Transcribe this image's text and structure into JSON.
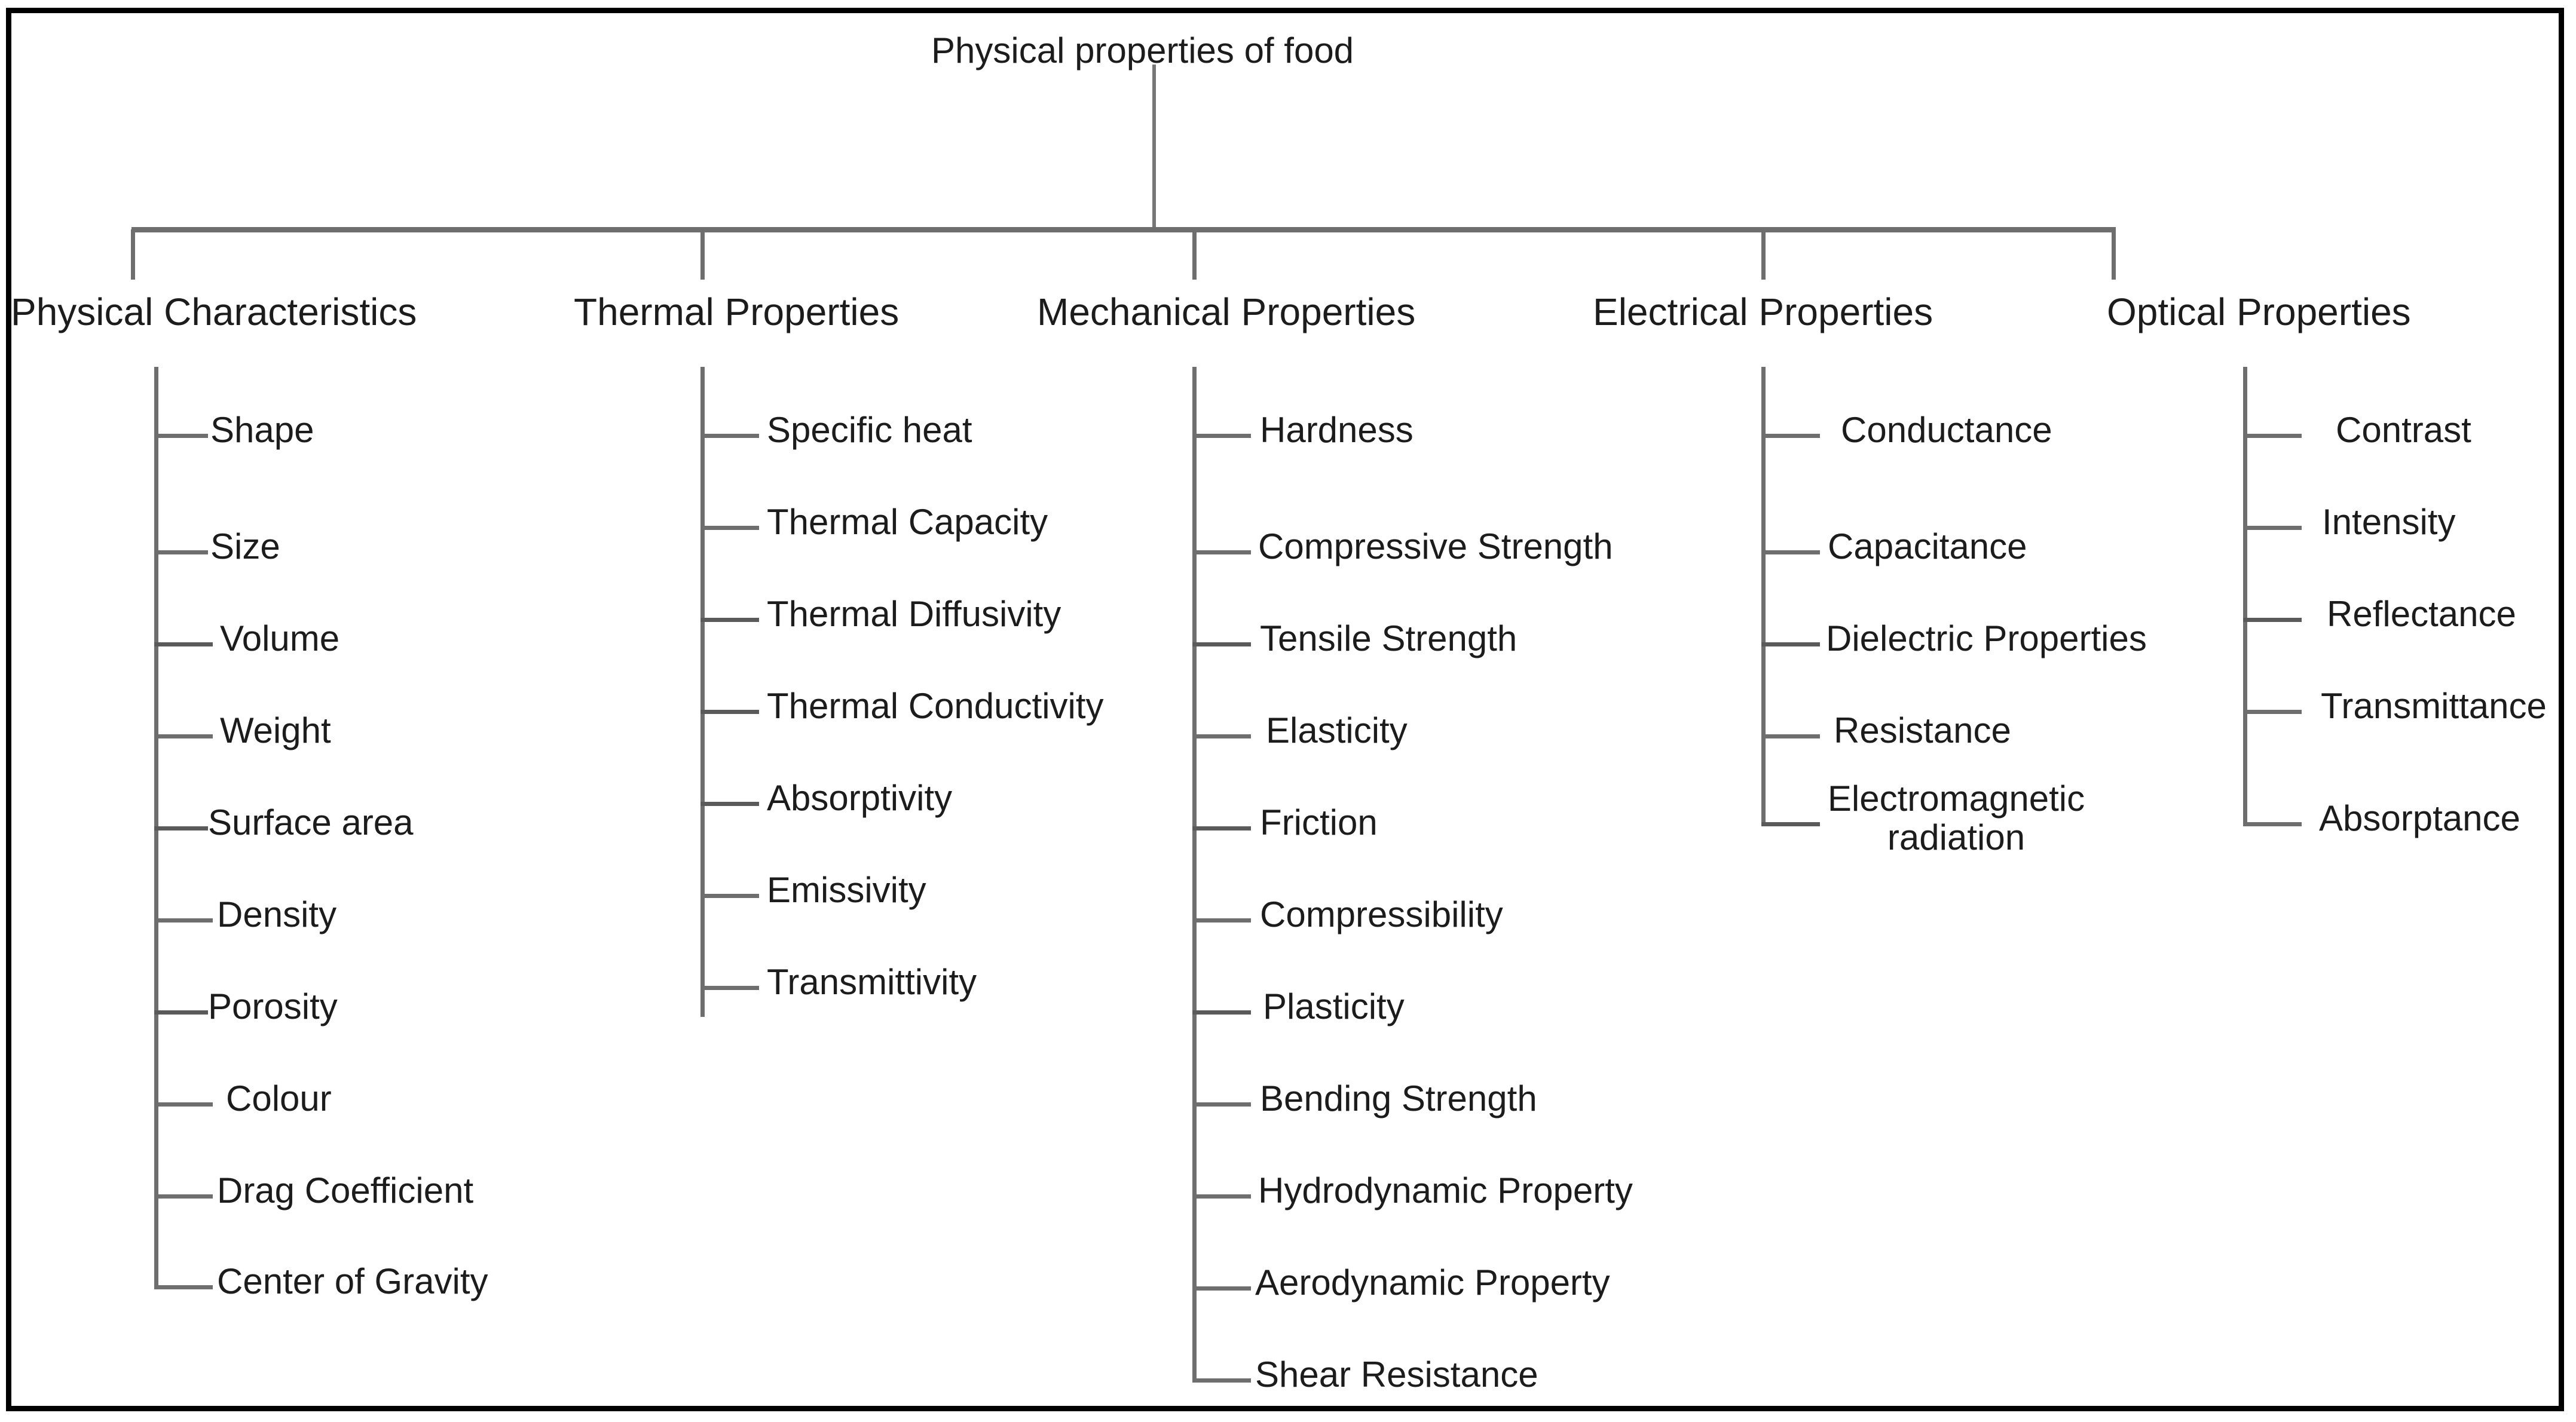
{
  "diagram": {
    "type": "hierarchy-tree",
    "root": "Physical properties of food",
    "branch_count": 5,
    "branches": [
      {
        "label": "Physical Characteristics",
        "items": [
          "Shape",
          "Size",
          "Volume",
          "Weight",
          "Surface area",
          "Density",
          "Porosity",
          "Colour",
          "Drag Coefficient",
          "Center of Gravity"
        ]
      },
      {
        "label": "Thermal Properties",
        "items": [
          "Specific heat",
          "Thermal Capacity",
          "Thermal Diffusivity",
          "Thermal Conductivity",
          "Absorptivity",
          "Emissivity",
          "Transmittivity"
        ]
      },
      {
        "label": "Mechanical Properties",
        "items": [
          "Hardness",
          "Compressive Strength",
          "Tensile Strength",
          "Elasticity",
          "Friction",
          "Compressibility",
          "Plasticity",
          "Bending Strength",
          "Hydrodynamic Property",
          "Aerodynamic Property",
          "Shear Resistance"
        ]
      },
      {
        "label": "Electrical Properties",
        "items": [
          "Conductance",
          "Capacitance",
          "Dielectric Properties",
          "Resistance",
          "Electromagnetic radiation"
        ]
      },
      {
        "label": "Optical Properties",
        "items": [
          "Contrast",
          "Intensity",
          "Reflectance",
          "Transmittance",
          "Absorptance"
        ]
      }
    ]
  },
  "colors": {
    "border": "#000000",
    "connector": "#6e6e6e",
    "text": "#1c1c1c",
    "background": "#ffffff"
  }
}
